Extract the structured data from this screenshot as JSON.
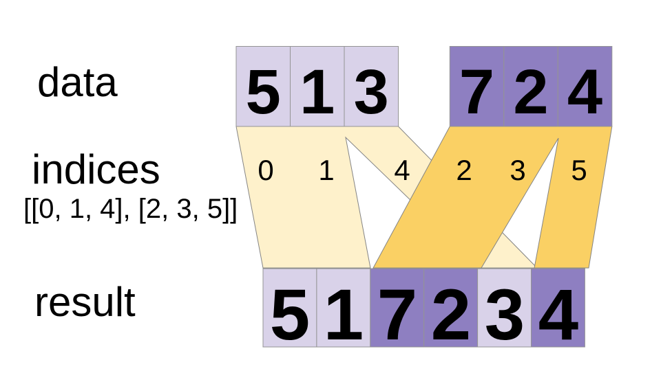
{
  "labels": {
    "data": "data",
    "indices": "indices",
    "indices_list": "[[0, 1, 4], [2, 3, 5]]",
    "result": "result"
  },
  "data_row": {
    "group1": [
      "5",
      "1",
      "3"
    ],
    "group2": [
      "7",
      "2",
      "4"
    ]
  },
  "indices": {
    "values": [
      "0",
      "1",
      "4",
      "2",
      "3",
      "5"
    ]
  },
  "result_row": [
    "5",
    "1",
    "7",
    "2",
    "3",
    "4"
  ],
  "colors": {
    "lavender": "#d9d2e9",
    "purple": "#8e7fc1",
    "cream": "#fef1cb",
    "gold": "#fad064",
    "band_stroke": "#848484",
    "cell_stroke": "#949494",
    "text": "#000000"
  }
}
